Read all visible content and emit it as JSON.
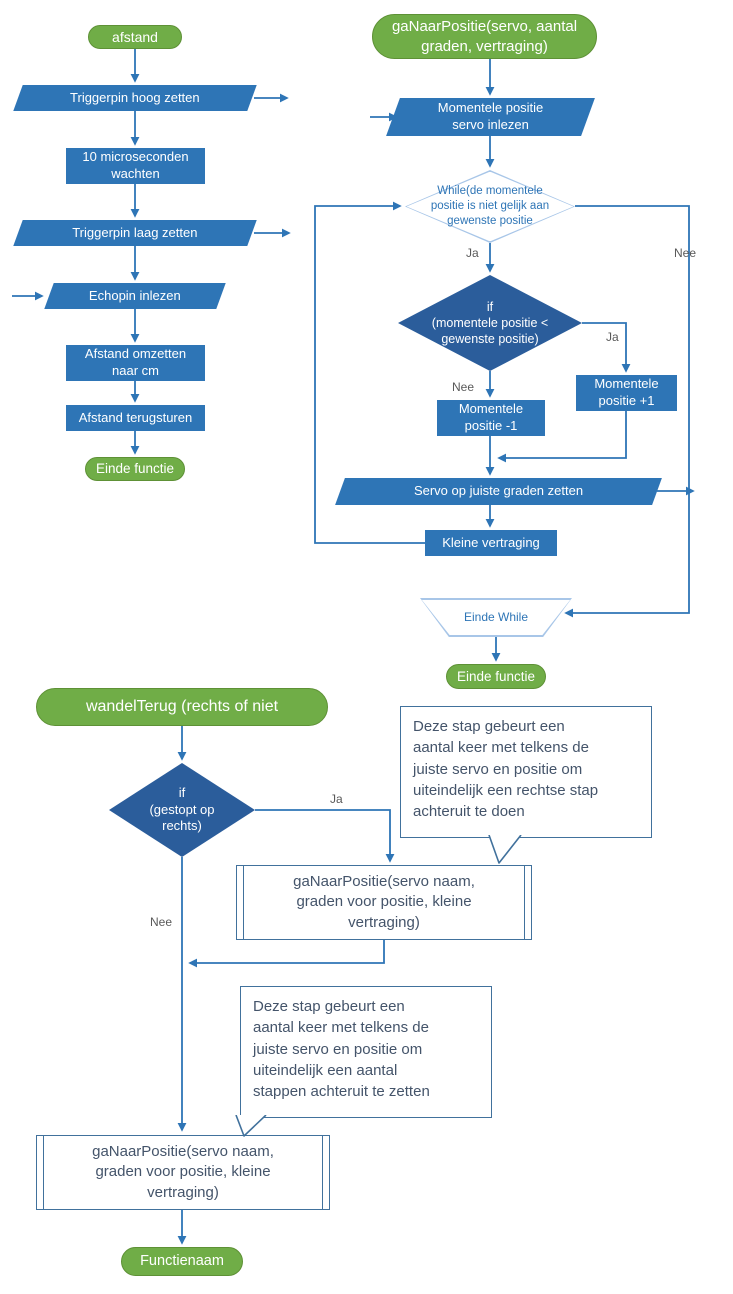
{
  "colors": {
    "green": "#70AD47",
    "blue": "#2E75B6",
    "dark_blue": "#2B5D9B",
    "light_border": "#A8C6E8",
    "outline_border": "#41719C",
    "note_text": "#44546A"
  },
  "labels": {
    "ja": "Ja",
    "nee": "Nee"
  },
  "flow_afstand": {
    "start": "afstand",
    "trigger_high": "Triggerpin hoog zetten",
    "wait": "10 microseconden\nwachten",
    "trigger_low": "Triggerpin laag zetten",
    "echo_read": "Echopin inlezen",
    "convert": "Afstand omzetten\nnaar cm",
    "send_back": "Afstand terugsturen",
    "end": "Einde functie"
  },
  "flow_ganaarpositie": {
    "start": "gaNaarPositie(servo, aantal\ngraden, vertraging)",
    "read_position": "Momentele positie\nservo inlezen",
    "while_condition": "While(de momentele\npositie is niet gelijk aan\ngewenste positie",
    "if_condition": "if\n(momentele positie <\ngewenste positie)",
    "decrement": "Momentele\npositie -1",
    "increment": "Momentele\npositie +1",
    "set_servo": "Servo op juiste graden zetten",
    "delay": "Kleine vertraging",
    "end_while": "Einde While",
    "end": "Einde functie"
  },
  "flow_wandelterug": {
    "start": "wandelTerug (rechts of niet",
    "if_condition": "if\n(gestopt op\nrechts)",
    "call_right": "gaNaarPositie(servo naam,\ngraden voor positie, kleine\nvertraging)",
    "call_back": "gaNaarPositie(servo naam,\ngraden voor positie, kleine\nvertraging)",
    "note_right": "Deze stap gebeurt een\naantal keer met telkens de\njuiste servo en positie om\nuiteindelijk een rechtse stap\nachteruit te doen",
    "note_back": "Deze stap gebeurt een\naantal keer met telkens de\njuiste servo en positie om\nuiteindelijk een aantal\nstappen achteruit te zetten",
    "end": "Functienaam"
  }
}
